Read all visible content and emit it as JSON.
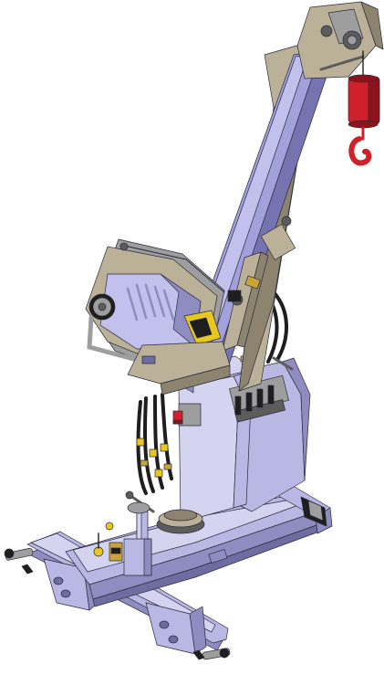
{
  "figure": {
    "kind": "cad-render",
    "background": "#ffffff",
    "colors": {
      "body": "#b9b7e3",
      "body_light": "#d4d3f0",
      "body_dark": "#8e8cc0",
      "body_shadow": "#6e6ca0",
      "boom": "#a3a1dc",
      "boom_light": "#c2c0ec",
      "boom_dark": "#7674b0",
      "tan": "#bbb199",
      "tan_dark": "#8d8470",
      "steel": "#9e9e9e",
      "steel_dark": "#5c5c5c",
      "black": "#1e1e1e",
      "red": "#d0202a",
      "red_dark": "#8e1219",
      "yellow": "#e6c81e",
      "brass": "#c9a43a",
      "outline": "#2a2a3a"
    },
    "components": [
      {
        "id": "base-frame",
        "icon": "h-frame-base"
      },
      {
        "id": "stabilizer-arm",
        "icon": "outrigger-beam"
      },
      {
        "id": "column-housing",
        "icon": "box-housing"
      },
      {
        "id": "slewing-ring",
        "icon": "turntable"
      },
      {
        "id": "boom",
        "icon": "telescopic-boom"
      },
      {
        "id": "winch-assembly",
        "icon": "winch-drum"
      },
      {
        "id": "control-valve-bank",
        "icon": "hydraulic-valves"
      },
      {
        "id": "lift-cylinder",
        "icon": "hydraulic-cylinder"
      },
      {
        "id": "hoist-block",
        "icon": "red-hook-block"
      },
      {
        "id": "hand-pump",
        "icon": "pump-handle"
      },
      {
        "id": "emergency-switch",
        "icon": "red-button"
      },
      {
        "id": "hose-bundle",
        "icon": "hydraulic-hoses"
      }
    ]
  }
}
